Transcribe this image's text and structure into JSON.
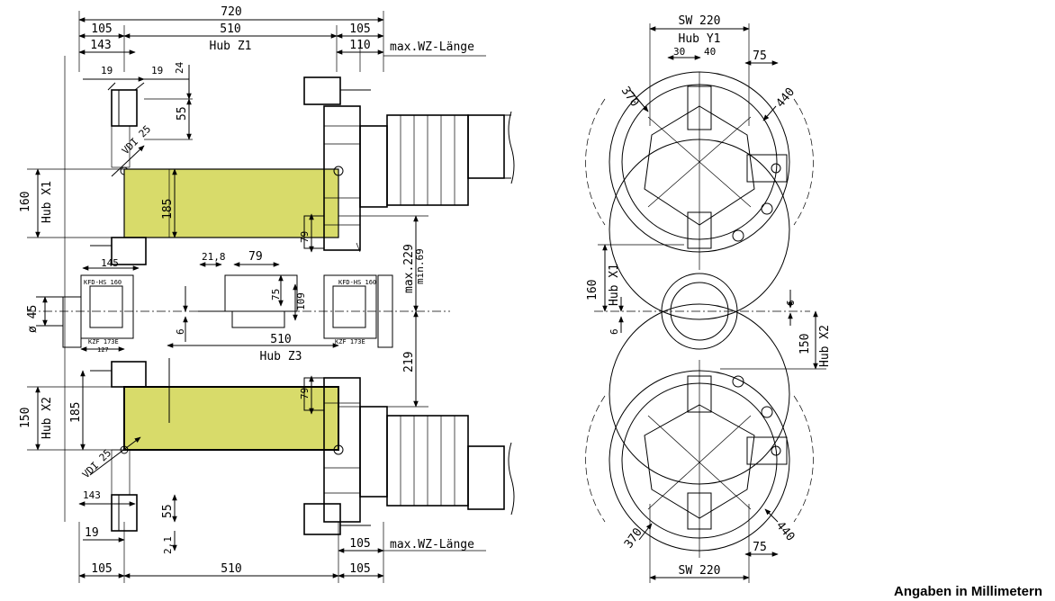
{
  "footer": "Angaben in Millimetern",
  "left_view": {
    "top_dims": {
      "total": "720",
      "left_105": "105",
      "mid_510": "510",
      "right_105": "105",
      "d143": "143",
      "hub_z1": "Hub Z1",
      "d110": "110",
      "max_wz": "max.WZ-Länge",
      "d19a": "19",
      "d19b": "19",
      "d24": "24",
      "d55": "55",
      "vdi": "VDI 25"
    },
    "upper_slide": {
      "d160": "160",
      "hub_x1": "Hub X1",
      "d185": "185",
      "d79": "79",
      "max229": "max.229",
      "min69": "min.69"
    },
    "middle": {
      "d145": "145",
      "d21_8": "21,8",
      "d79": "79",
      "kfd_left": "KFD-HS 160",
      "kfd_right": "KFD-HS 160",
      "d75": "75",
      "d109": "109",
      "d6": "6",
      "d45": "ø 45",
      "kzf_left": "KZF 173E",
      "kzf_right": "KZF 173E",
      "d127": "127",
      "d510": "510",
      "hub_z3": "Hub Z3",
      "d219": "219"
    },
    "lower_slide": {
      "d150": "150",
      "hub_x2": "Hub X2",
      "d185": "185",
      "d79": "79",
      "vdi": "VDI 25",
      "d143": "143",
      "d55": "55",
      "d19": "19",
      "d2": "2,1",
      "d105r": "105",
      "max_wz": "max.WZ-Länge"
    },
    "bottom_dims": {
      "left_105": "105",
      "mid_510": "510",
      "right_105": "105"
    }
  },
  "right_view": {
    "sw_top": "SW 220",
    "hub_y1": "Hub Y1",
    "d30": "30",
    "d40": "40",
    "d75_top": "75",
    "d370_top": "370",
    "d440_top": "440",
    "d160": "160",
    "hub_x1": "Hub X1",
    "d6a": "6",
    "d6b": "6",
    "d150": "150",
    "hub_x2": "Hub X2",
    "d370_bot": "370",
    "d440_bot": "440",
    "d75_bot": "75",
    "sw_bot": "SW 220"
  }
}
